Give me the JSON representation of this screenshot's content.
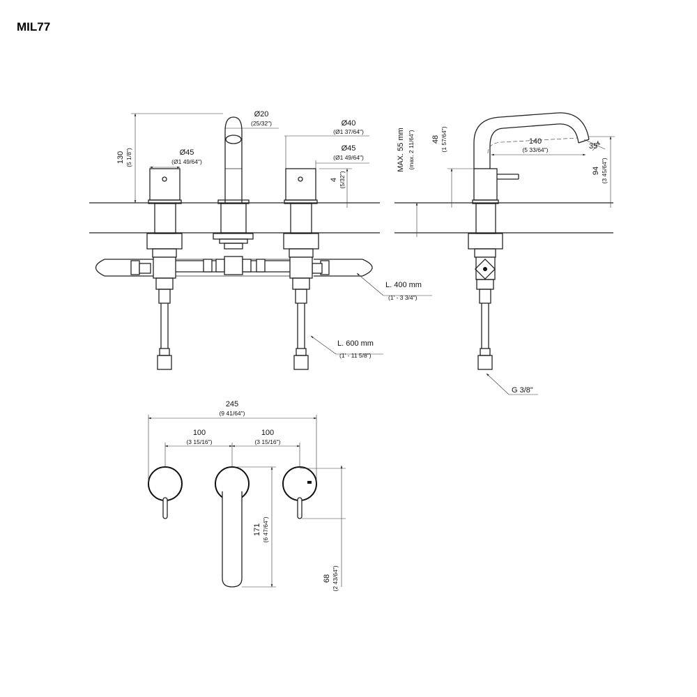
{
  "title": "MIL77",
  "front_view": {
    "spout_dia": "Ø20",
    "spout_dia_in": "(25/32\")",
    "height": "130",
    "height_in": "(5 1/8\")",
    "handle_dia_left": "Ø45",
    "handle_dia_left_in": "(Ø1 49/64\")",
    "cap_dia": "Ø40",
    "cap_dia_in": "(Ø1 37/64\")",
    "handle_dia_right": "Ø45",
    "handle_dia_right_in": "(Ø1 49/64\")",
    "cap_height": "4",
    "cap_height_in": "(5/32\")",
    "hose_length_1": "L. 400 mm",
    "hose_length_1_in": "(1' - 3 3/4\")",
    "hose_length_2": "L. 600 mm",
    "hose_length_2_in": "(1' - 11 5/8\")"
  },
  "side_view": {
    "max_deck": "MAX. 55 mm",
    "max_deck_in": "(max. 2 11/64\")",
    "lever_height": "48",
    "lever_height_in": "(1 57/64\")",
    "reach": "140",
    "reach_in": "(5 33/64\")",
    "angle": "35°",
    "spout_height": "94",
    "spout_height_in": "(3 45/64\")",
    "connection": "G 3/8\""
  },
  "top_view": {
    "total_width": "245",
    "total_width_in": "(9 41/64\")",
    "spacing_left": "100",
    "spacing_left_in": "(3 15/16\")",
    "spacing_right": "100",
    "spacing_right_in": "(3 15/16\")",
    "spout_length": "171",
    "spout_length_in": "(6 47/64\")",
    "lever_length": "68",
    "lever_length_in": "(2 43/64\")"
  }
}
